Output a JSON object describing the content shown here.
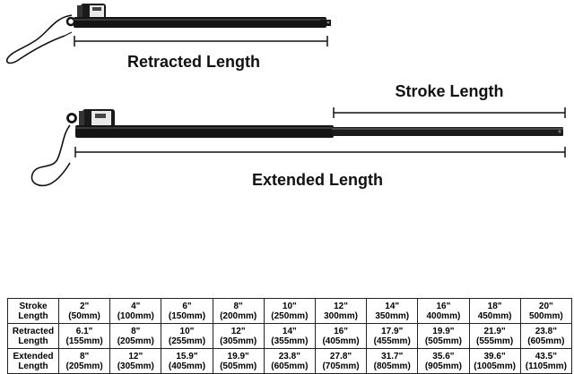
{
  "diagram": {
    "retracted_label": "Retracted Length",
    "stroke_label": "Stroke Length",
    "extended_label": "Extended Length"
  },
  "spec_table": {
    "rows": [
      {
        "header": [
          "Stroke",
          "Length"
        ],
        "cells": [
          [
            "2\"",
            "(50mm)"
          ],
          [
            "4\"",
            "(100mm)"
          ],
          [
            "6\"",
            "(150mm)"
          ],
          [
            "8\"",
            "(200mm)"
          ],
          [
            "10\"",
            "(250mm)"
          ],
          [
            "12\"",
            "300mm)"
          ],
          [
            "14\"",
            "350mm)"
          ],
          [
            "16\"",
            "400mm)"
          ],
          [
            "18\"",
            "450mm)"
          ],
          [
            "20\"",
            "500mm)"
          ]
        ]
      },
      {
        "header": [
          "Retracted",
          "Length"
        ],
        "cells": [
          [
            "6.1\"",
            "(155mm)"
          ],
          [
            "8\"",
            "(205mm)"
          ],
          [
            "10\"",
            "(255mm)"
          ],
          [
            "12\"",
            "(305mm)"
          ],
          [
            "14\"",
            "(355mm)"
          ],
          [
            "16\"",
            "(405mm)"
          ],
          [
            "17.9\"",
            "(455mm)"
          ],
          [
            "19.9\"",
            "(505mm)"
          ],
          [
            "21.9\"",
            "(555mm)"
          ],
          [
            "23.8\"",
            "(605mm)"
          ]
        ]
      },
      {
        "header": [
          "Extended",
          "Length"
        ],
        "cells": [
          [
            "8\"",
            "(205mm)"
          ],
          [
            "12\"",
            "(305mm)"
          ],
          [
            "15.9\"",
            "(405mm)"
          ],
          [
            "19.9\"",
            "(505mm)"
          ],
          [
            "23.8\"",
            "(605mm)"
          ],
          [
            "27.8\"",
            "(705mm)"
          ],
          [
            "31.7\"",
            "(805mm)"
          ],
          [
            "35.6\"",
            "(905mm)"
          ],
          [
            "39.6\"",
            "(1005mm)"
          ],
          [
            "43.5\"",
            "(1105mm)"
          ]
        ]
      }
    ]
  }
}
